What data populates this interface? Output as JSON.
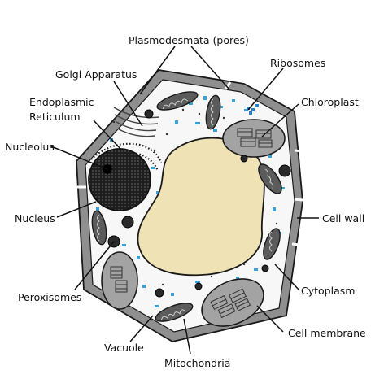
{
  "labels": {
    "plasmodesmata": "Plasmodesmata (pores)",
    "ribosomes": "Ribosomes",
    "golgi": "Golgi Apparatus",
    "er_line1": "Endoplasmic",
    "er_line2": "Reticulum",
    "chloroplast": "Chloroplast",
    "nucleolus": "Nucleolus",
    "nucleus": "Nucleus",
    "cell_wall": "Cell wall",
    "peroxisomes": "Peroxisomes",
    "cytoplasm": "Cytoplasm",
    "cell_membrane": "Cell membrane",
    "vacuole": "Vacuole",
    "mitochondria": "Mitochondria"
  },
  "colors": {
    "cell_wall": "#8f8f8f",
    "cytoplasm": "#f7f7f7",
    "vacuole": "#efe3b6",
    "chloroplast": "#a3a3a3",
    "ribosome_dots": "#3aa0d8",
    "nucleus": "#1e1e1e",
    "outline": "#1a1a1a"
  }
}
